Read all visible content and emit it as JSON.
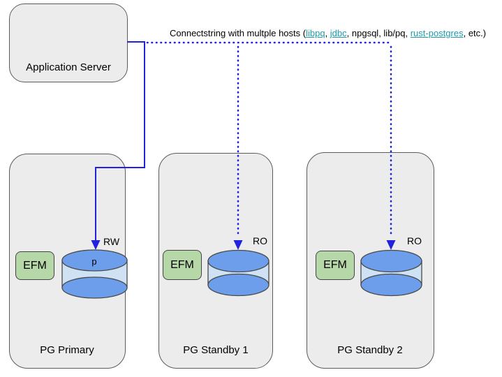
{
  "colors": {
    "node_fill": "#ececec",
    "node_border": "#5b5b5b",
    "efm_fill": "#b6d7a8",
    "efm_border": "#434343",
    "cyl_top": "#6d9eeb",
    "cyl_body": "#cfe2f3",
    "cyl_border": "#4a4a4a",
    "arrow_blue": "#2222dd",
    "link_teal": "#1e9caa",
    "text": "#000000"
  },
  "app_server": {
    "label": "Application Server"
  },
  "connect_string": {
    "prefix": "Connectstring with multple hosts (",
    "link_libpq": "libpq",
    "sep1": ", ",
    "link_jdbc": "jdbc",
    "middle": ", npgsql, lib/pq, ",
    "link_rust": "rust-postgres",
    "suffix": ", etc.)"
  },
  "nodes": [
    {
      "name": "PG Primary",
      "efm_label": "EFM",
      "db_label": "p",
      "access": "RW"
    },
    {
      "name": "PG Standby 1",
      "efm_label": "EFM",
      "db_label": "",
      "access": "RO"
    },
    {
      "name": "PG Standby 2",
      "efm_label": "EFM",
      "db_label": "",
      "access": "RO"
    }
  ]
}
